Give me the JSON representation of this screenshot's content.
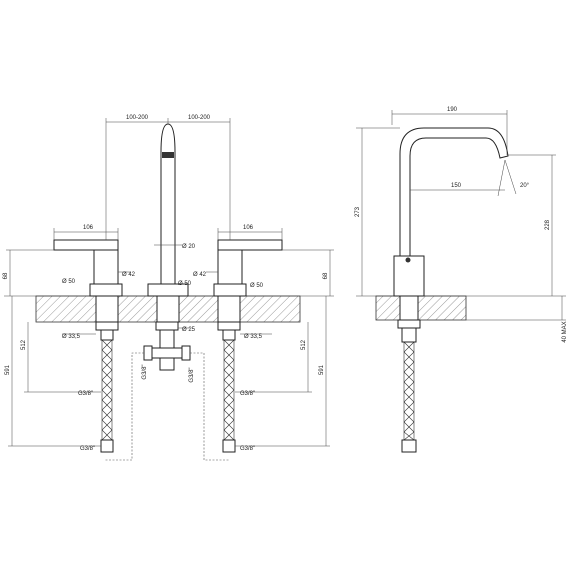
{
  "front_view": {
    "spread_left": "100-200",
    "spread_right": "100-200",
    "handle_width_left": "106",
    "handle_width_right": "106",
    "spout_dia": "Ø 20",
    "handle_dia_left": "Ø 42",
    "handle_dia_right": "Ø 42",
    "base_dia_left": "Ø 50",
    "base_dia_center": "Ø 50",
    "base_dia_right": "Ø 50",
    "height_left": "68",
    "height_right": "68",
    "shank_dia_left": "Ø 33,5",
    "shank_dia_center": "Ø 25",
    "shank_dia_right": "Ø 33,5",
    "hose_len_left": "512",
    "hose_len_right": "512",
    "overall_left": "591",
    "overall_right": "591",
    "conn_left_upper": "G3/8\"",
    "conn_right_upper": "G3/8\"",
    "conn_center_left": "G3/8\"",
    "conn_center_right": "G3/8\"",
    "conn_left_lower": "G3/8\"",
    "conn_right_lower": "G3/8\""
  },
  "side_view": {
    "reach": "190",
    "spout_reach": "150",
    "angle": "20°",
    "total_height": "273",
    "outlet_height": "228",
    "deck_max": "40 MAX"
  }
}
